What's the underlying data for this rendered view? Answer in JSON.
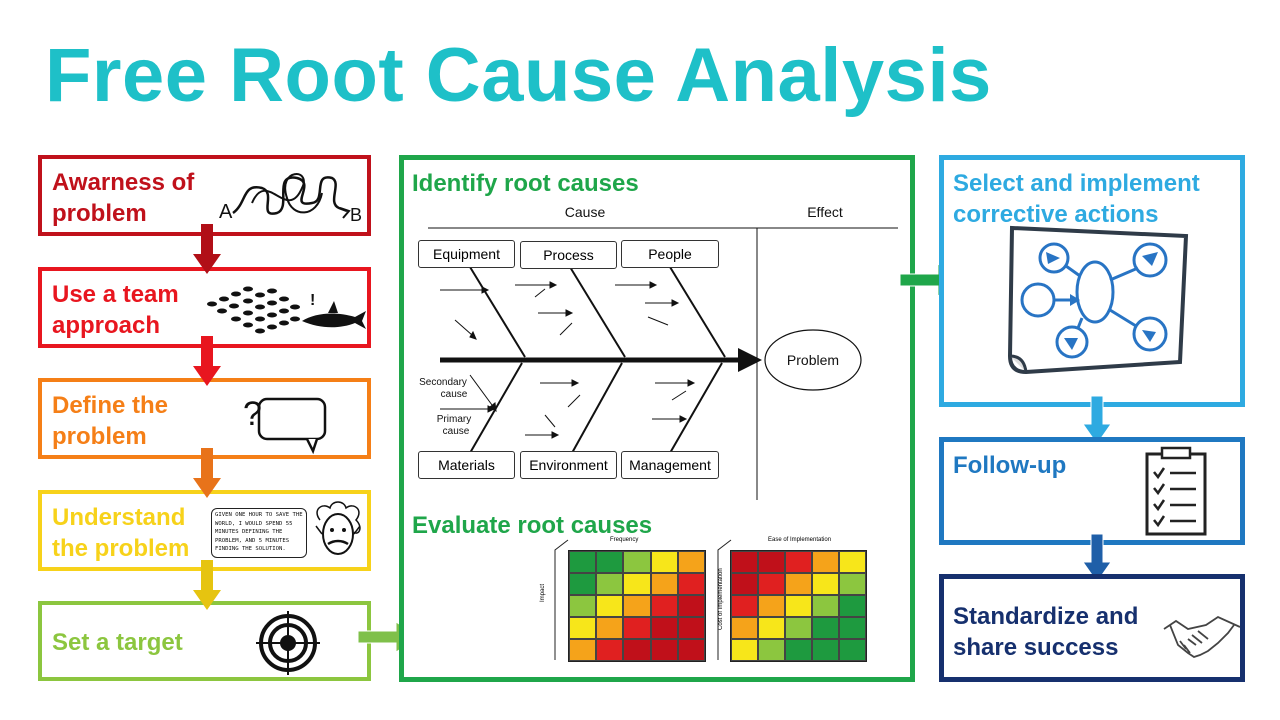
{
  "title": "Free Root Cause Analysis",
  "steps": [
    {
      "label": "Awarness of problem",
      "line1": "Awarness of",
      "line2": "problem",
      "color": "#c0111b"
    },
    {
      "label": "Use a team approach",
      "line1": "Use a team",
      "line2": "approach",
      "color": "#e8161f"
    },
    {
      "label": "Define the problem",
      "line1": "Define the",
      "line2": "problem",
      "color": "#f57f17"
    },
    {
      "label": "Understand the problem",
      "line1": "Understand",
      "line2": "the problem",
      "color": "#f7d21a"
    },
    {
      "label": "Set a target",
      "line1": "Set a target",
      "line2": "",
      "color": "#8cc63f"
    }
  ],
  "center": {
    "identify_title": "Identify root causes",
    "evaluate_title": "Evaluate root causes",
    "color": "#1fa64a",
    "fishbone": {
      "cause_header": "Cause",
      "effect_header": "Effect",
      "top_causes": [
        "Equipment",
        "Process",
        "People"
      ],
      "bottom_causes": [
        "Materials",
        "Environment",
        "Management"
      ],
      "problem": "Problem",
      "secondary_cause_1": "Secondary",
      "secondary_cause_2": "cause",
      "primary_cause_1": "Primary",
      "primary_cause_2": "cause"
    },
    "matrix_left": {
      "top_label": "Frequency",
      "side_label": "Impact"
    },
    "matrix_right": {
      "top_label": "Ease of Implementation",
      "side_label": "Cost of Implementation"
    }
  },
  "right_steps": [
    {
      "line1": "Select and implement",
      "line2": "corrective actions",
      "color": "#2eaae1"
    },
    {
      "line1": "Follow-up",
      "line2": "",
      "color": "#1f78c1"
    },
    {
      "line1": "Standardize and",
      "line2": "share success",
      "color": "#16306e"
    }
  ],
  "doodle": {
    "a_label": "A",
    "b_label": "B",
    "quote": "GIVEN ONE HOUR TO SAVE THE WORLD, I WOULD SPEND 55 MINUTES DEFINING THE PROBLEM, AND 5 MINUTES FINDING THE SOLUTION."
  },
  "icons": [
    "tangle-icon",
    "fish-school-icon",
    "shark-icon",
    "speech-bubble-icon",
    "einstein-icon",
    "target-icon",
    "mind-map-icon",
    "clipboard-icon",
    "handshake-icon"
  ]
}
